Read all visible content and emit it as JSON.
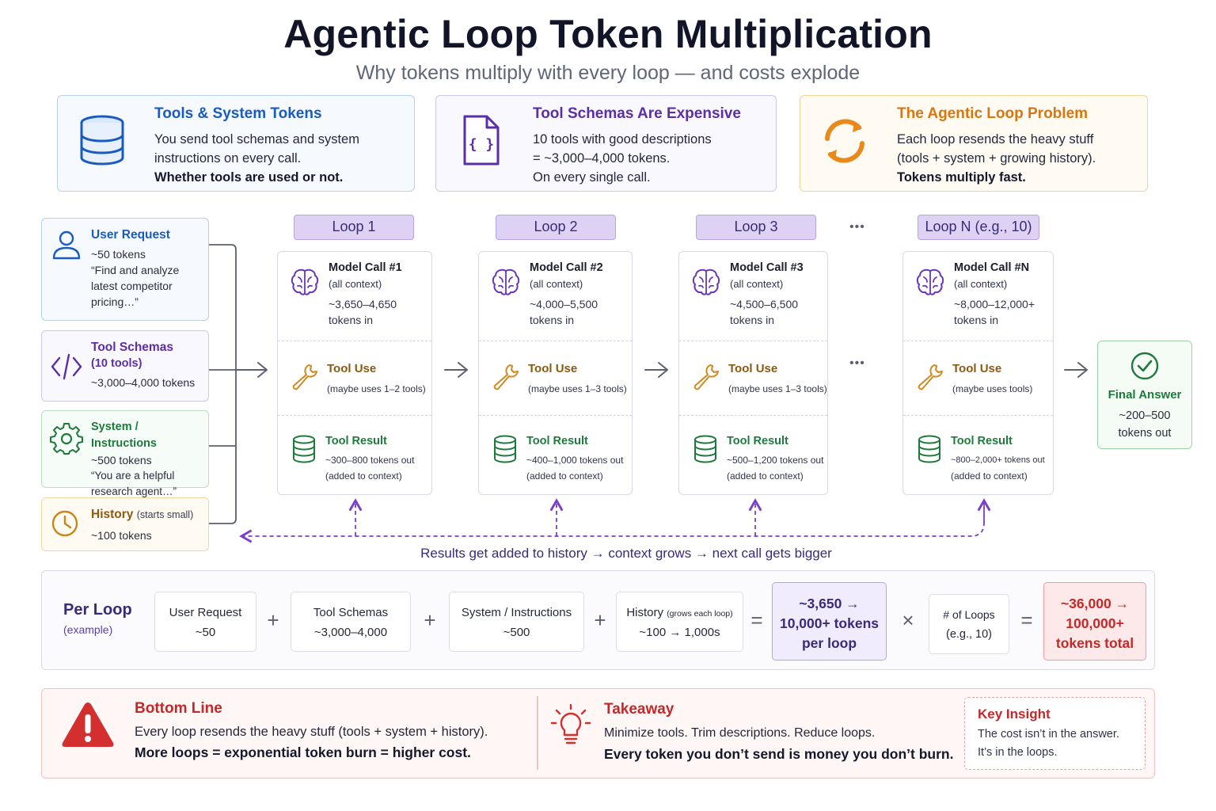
{
  "title": "Agentic Loop Token Multiplication",
  "subtitle": "Why tokens multiply with every loop — and costs explode",
  "top_cards": [
    {
      "title": "Tools & System Tokens",
      "line1": "You send tool schemas and system",
      "line2": "instructions on every call.",
      "line3": "Whether tools are used or not.",
      "icon": "database-icon",
      "accent": "#1a5bbf"
    },
    {
      "title": "Tool Schemas Are Expensive",
      "line1": "10 tools with good descriptions",
      "line2": "= ~3,000–4,000 tokens.",
      "line3": "On every single call.",
      "icon": "code-file-icon",
      "accent": "#5a2ea6"
    },
    {
      "title": "The Agentic Loop Problem",
      "line1": "Each loop resends the heavy stuff",
      "line2": "(tools + system + growing history).",
      "line3": "Tokens multiply fast.",
      "icon": "refresh-cycle-icon",
      "accent": "#d9760f"
    }
  ],
  "inputs": {
    "user_request": {
      "title": "User Request",
      "tokens": "~50 tokens",
      "quote1": "“Find and analyze",
      "quote2": "latest competitor",
      "quote3": "pricing…”"
    },
    "tool_schemas": {
      "title": "Tool Schemas",
      "subtitle": "(10 tools)",
      "tokens": "~3,000–4,000 tokens"
    },
    "system": {
      "title": "System / Instructions",
      "tokens": "~500 tokens",
      "quote1": "“You are a helpful",
      "quote2": "research agent…”"
    },
    "history": {
      "title": "History",
      "note": "(starts small)",
      "tokens": "~100 tokens"
    }
  },
  "loops": [
    {
      "label": "Loop 1",
      "model_call": "Model Call #1",
      "context": "(all context)",
      "tokens_in_1": "~3,650–4,650",
      "tokens_in_2": "tokens in",
      "tool_use": "Tool Use",
      "tool_use_note": "(maybe uses 1–2 tools)",
      "tool_result": "Tool Result",
      "result_tokens": "~300–800 tokens out",
      "result_note": "(added to context)"
    },
    {
      "label": "Loop 2",
      "model_call": "Model Call #2",
      "context": "(all context)",
      "tokens_in_1": "~4,000–5,500",
      "tokens_in_2": "tokens in",
      "tool_use": "Tool Use",
      "tool_use_note": "(maybe uses 1–3 tools)",
      "tool_result": "Tool Result",
      "result_tokens": "~400–1,000 tokens out",
      "result_note": "(added to context)"
    },
    {
      "label": "Loop 3",
      "model_call": "Model Call #3",
      "context": "(all context)",
      "tokens_in_1": "~4,500–6,500",
      "tokens_in_2": "tokens in",
      "tool_use": "Tool Use",
      "tool_use_note": "(maybe uses 1–3 tools)",
      "tool_result": "Tool Result",
      "result_tokens": "~500–1,200 tokens out",
      "result_note": "(added to context)"
    },
    {
      "label": "Loop N (e.g., 10)",
      "model_call": "Model Call #N",
      "context": "(all context)",
      "tokens_in_1": "~8,000–12,000+",
      "tokens_in_2": "tokens in",
      "tool_use": "Tool Use",
      "tool_use_note": "(maybe uses tools)",
      "tool_result": "Tool Result",
      "result_tokens": "~800–2,000+ tokens out",
      "result_note": "(added to context)"
    }
  ],
  "ellipsis": "•••",
  "final": {
    "title": "Final Answer",
    "tokens1": "~200–500",
    "tokens2": "tokens out"
  },
  "caption": "Results get added to history → context grows → next call gets bigger",
  "per_loop": {
    "title": "Per Loop",
    "subtitle": "(example)",
    "user_request": {
      "label": "User Request",
      "value": "~50"
    },
    "tool_schemas": {
      "label": "Tool Schemas",
      "value": "~3,000–4,000"
    },
    "system": {
      "label": "System / Instructions",
      "value": "~500"
    },
    "history": {
      "label": "History",
      "note": "(grows each loop)",
      "value": "~100 → 1,000s"
    },
    "result": {
      "line1": "~3,650 →",
      "line2": "10,000+ tokens",
      "line3": "per loop"
    },
    "loops": {
      "label": "# of Loops",
      "value": "(e.g., 10)"
    },
    "total": {
      "line1": "~36,000 →",
      "line2": "100,000+",
      "line3": "tokens total"
    },
    "plus": "+",
    "equals": "=",
    "times": "×"
  },
  "bottom_line": {
    "title": "Bottom Line",
    "line1": "Every loop resends the heavy stuff (tools + system + history).",
    "line2": "More loops = exponential token burn = higher cost."
  },
  "takeaway": {
    "title": "Takeaway",
    "line1": "Minimize tools. Trim descriptions. Reduce loops.",
    "line2": "Every token you don’t send is money you don’t burn."
  },
  "key_insight": {
    "title": "Key Insight",
    "line1": "The cost isn’t in the answer.",
    "line2": "It’s in the loops."
  },
  "colors": {
    "blue": "#1a5bbf",
    "purple": "#5a2ea6",
    "orange": "#d9760f",
    "green": "#1e7a3c",
    "red": "#c62828",
    "history_brown": "#8a5a10"
  }
}
